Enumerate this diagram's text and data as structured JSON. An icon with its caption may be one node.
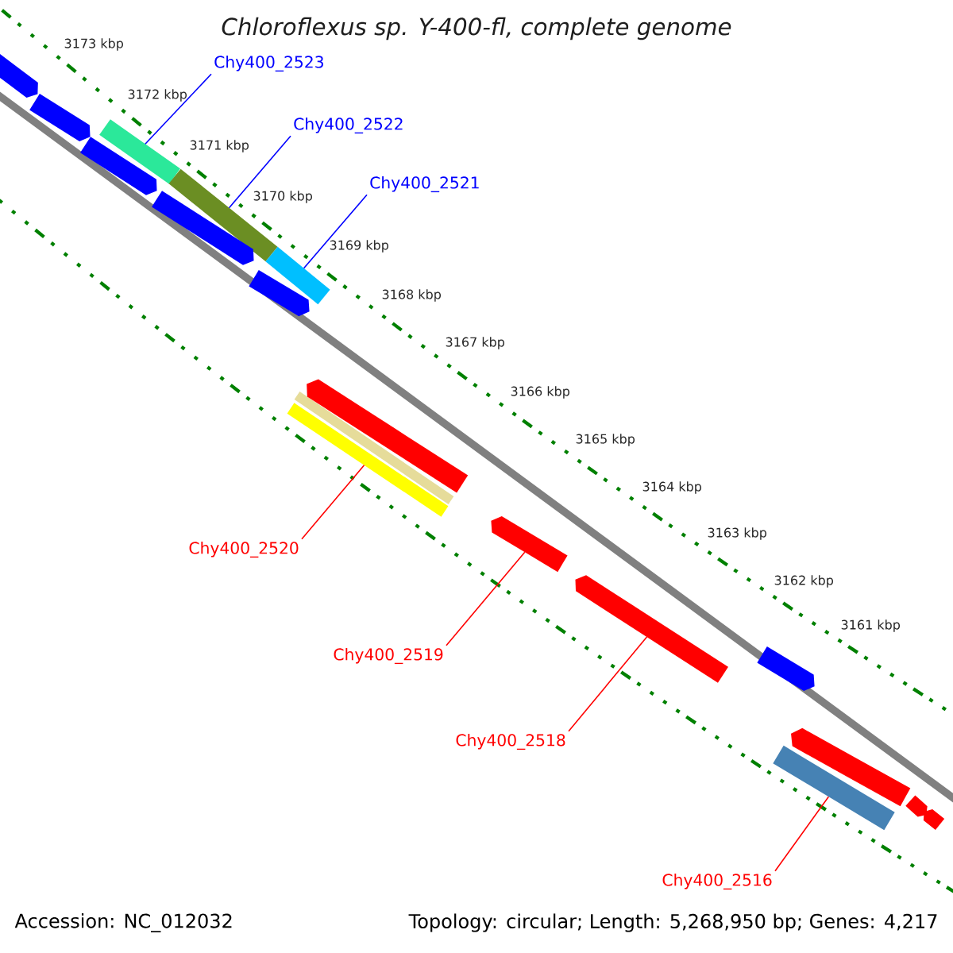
{
  "diagram": {
    "title": "*Chloroflexus sp. Y-400-fl, complete genome*",
    "nodes": [
      {
        "text": [
          "Chy400_2523"
        ]
      },
      {
        "text": [],
        "shape": "bar"
      },
      {
        "text": [
          "Chy400_2522"
        ]
      },
      {
        "text": [],
        "shape": "bar"
      },
      {
        "text": [
          "Chy400_2521"
        ]
      },
      {
        "text": [],
        "shape": "bar"
      },
      {
        "text": [
          "Chy400_2520"
        ]
      },
      {
        "text": [],
        "shape": "bar"
      },
      {
        "text": [
          "Chy400_2519"
        ]
      },
      {
        "text": [],
        "shape": "arrow"
      },
      {
        "text": [
          "Chy400_2518"
        ]
      },
      {
        "text": [],
        "shape": "arrow"
      },
      {
        "text": [
          "Chy400_2516"
        ]
      },
      {
        "text": [],
        "shape": "bar"
      },
      {
        "text": [],
        "shape": "arrow"
      },
      {
        "text": [],
        "shape": "arrow"
      },
      {
        "text": [],
        "shape": "arrow"
      },
      {
        "text": [],
        "shape": "arrow"
      },
      {
        "text": [],
        "shape": "arrow"
      },
      {
        "text": [],
        "shape": "bar"
      },
      {
        "text": [],
        "shape": "arrow"
      },
      {
        "text": [],
        "shape": "arrow"
      },
      {
        "text": [],
        "shape": "arrow"
      },
      {
        "text": [],
        "shape": "arrow"
      },
      {
        "text": [],
        "shape": "arrow"
      }
    ],
    "edges": [
      {
        "from": 0,
        "to": 1,
        "arrow": "none",
        "color": "#0000ff"
      },
      {
        "from": 2,
        "to": 3,
        "arrow": "none",
        "color": "#0000ff"
      },
      {
        "from": 4,
        "to": 5,
        "arrow": "none",
        "color": "#0000ff"
      },
      {
        "from": 6,
        "to": 7,
        "arrow": "none"
      },
      {
        "from": 8,
        "to": 9,
        "arrow": "none"
      },
      {
        "from": 10,
        "to": 11,
        "arrow": "none"
      },
      {
        "from": 12,
        "to": 13,
        "arrow": "none"
      }
    ],
    "labels": [
      "3173 kbp",
      "3172 kbp",
      "3171 kbp",
      "3170 kbp",
      "3169 kbp",
      "3168 kbp",
      "3167 kbp",
      "3166 kbp",
      "3165 kbp",
      "3164 kbp",
      "3163 kbp",
      "3162 kbp",
      "3161 kbp",
      "Accession: NC_012032",
      "Topology: circular; Length: 5,268,950 bp; Genes: 4,217"
    ]
  }
}
